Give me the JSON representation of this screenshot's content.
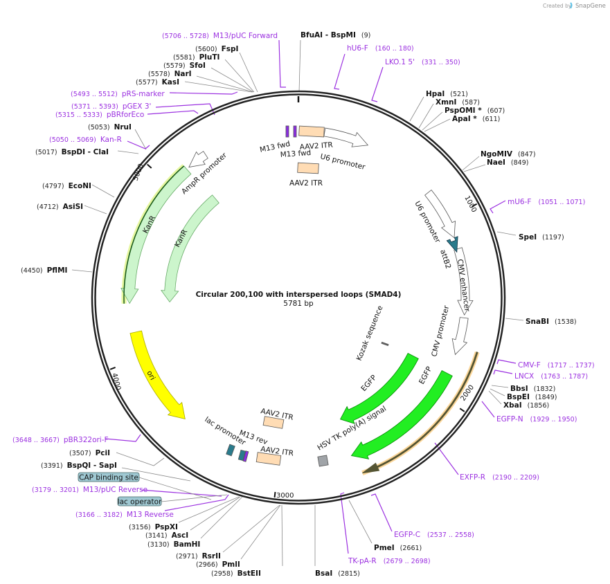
{
  "watermark": {
    "created_by": "Created by",
    "brand": "SnapGene"
  },
  "map": {
    "title": "Circular 200,100 with interspersed loops (SMAD4)",
    "length": "5781 bp",
    "ticks": [
      "1000",
      "2000",
      "3000",
      "4000",
      "5000"
    ]
  },
  "colors": {
    "primer": "#9b30e0",
    "kanr": "#ccf5cc",
    "ori": "#ffff00",
    "egfp": "#22ee22",
    "itr": "#ffdcb4",
    "promoter": "#ffffff",
    "ring": "#222222"
  },
  "sites": [
    {
      "name": "FspI",
      "pos": "(5600)"
    },
    {
      "name": "PluTI",
      "pos": "(5581)"
    },
    {
      "name": "SfoI",
      "pos": "(5579)"
    },
    {
      "name": "NarI",
      "pos": "(5578)"
    },
    {
      "name": "KasI",
      "pos": "(5577)"
    },
    {
      "name": "NruI",
      "pos": "(5053)"
    },
    {
      "name": "BspDI   - ClaI",
      "pos": "(5017)"
    },
    {
      "name": "EcoNI",
      "pos": "(4797)"
    },
    {
      "name": "AsiSI",
      "pos": "(4712)"
    },
    {
      "name": "PflMI",
      "pos": "(4450)"
    },
    {
      "name": "PciI",
      "pos": "(3507)"
    },
    {
      "name": "BspQI   - SapI",
      "pos": "(3391)"
    },
    {
      "name": "PspXI",
      "pos": "(3156)"
    },
    {
      "name": "AscI",
      "pos": "(3141)"
    },
    {
      "name": "BamHI",
      "pos": "(3130)"
    },
    {
      "name": "RsrII",
      "pos": "(2971)"
    },
    {
      "name": "PmlI",
      "pos": "(2966)"
    },
    {
      "name": "BstEII",
      "pos": "(2958)"
    },
    {
      "name": "BfuAI   - BspMI",
      "pos": "(9)"
    },
    {
      "name": "HpaI",
      "pos": "(521)"
    },
    {
      "name": "XmnI",
      "pos": "(587)"
    },
    {
      "name": "PspOMI *",
      "pos": "(607)"
    },
    {
      "name": "ApaI *",
      "pos": "(611)"
    },
    {
      "name": "NgoMIV",
      "pos": "(847)"
    },
    {
      "name": "NaeI",
      "pos": "(849)"
    },
    {
      "name": "SpeI",
      "pos": "(1197)"
    },
    {
      "name": "SnaBI",
      "pos": "(1538)"
    },
    {
      "name": "BbsI",
      "pos": "(1832)"
    },
    {
      "name": "BspEI",
      "pos": "(1849)"
    },
    {
      "name": "XbaI",
      "pos": "(1856)"
    },
    {
      "name": "PmeI",
      "pos": "(2661)"
    },
    {
      "name": "BsaI",
      "pos": "(2815)"
    }
  ],
  "primers": [
    {
      "name": "M13/pUC Forward",
      "range": "(5706 .. 5728)"
    },
    {
      "name": "pRS-marker",
      "range": "(5493 .. 5512)"
    },
    {
      "name": "pGEX 3'",
      "range": "(5371 .. 5393)"
    },
    {
      "name": "pBRforEco",
      "range": "(5315 .. 5333)"
    },
    {
      "name": "Kan-R",
      "range": "(5050 .. 5069)"
    },
    {
      "name": "pBR322ori-F",
      "range": "(3648 .. 3667)"
    },
    {
      "name": "M13/pUC Reverse",
      "range": "(3179 .. 3201)"
    },
    {
      "name": "M13 Reverse",
      "range": "(3166 .. 3182)"
    },
    {
      "name": "hU6-F",
      "range": "(160 .. 180)"
    },
    {
      "name": "LKO.1 5'",
      "range": "(331 .. 350)"
    },
    {
      "name": "mU6-F",
      "range": "(1051 .. 1071)"
    },
    {
      "name": "CMV-F",
      "range": "(1717 .. 1737)"
    },
    {
      "name": "LNCX",
      "range": "(1763 .. 1787)"
    },
    {
      "name": "EGFP-N",
      "range": "(1929 .. 1950)"
    },
    {
      "name": "EXFP-R",
      "range": "(2190 .. 2209)"
    },
    {
      "name": "EGFP-C",
      "range": "(2537 .. 2558)"
    },
    {
      "name": "TK-pA-R",
      "range": "(2679 .. 2698)"
    }
  ],
  "boxed_features": [
    "CAP binding site",
    "lac operator"
  ],
  "features": [
    "M13 fwd",
    "AAV2 ITR",
    "M13 fwd",
    "U6 promoter",
    "AAV2 ITR",
    "AmpR promoter",
    "KanR",
    "KanR",
    "ori",
    "U6 promoter",
    "attB2",
    "CMV enhancer",
    "CMV promoter",
    "Kozak sequence",
    "EGFP",
    "EGFP",
    "HSV TK poly(A) signal",
    "AAV2 ITR",
    "lac promoter",
    "M13 rev",
    "AAV2 ITR"
  ]
}
